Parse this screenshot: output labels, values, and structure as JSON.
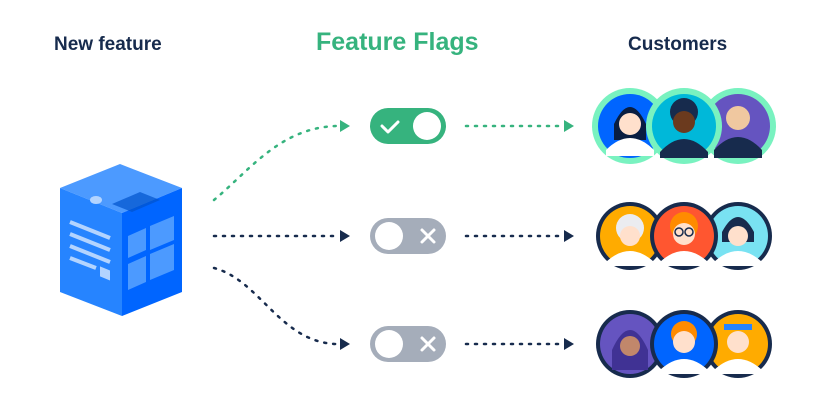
{
  "headings": {
    "new_feature": "New feature",
    "feature_flags": "Feature Flags",
    "customers": "Customers"
  },
  "colors": {
    "navy": "#172b4d",
    "green": "#36b37e",
    "gray_toggle": "#a5adba",
    "cube_blue": "#2684ff"
  },
  "flags": [
    {
      "state": "on",
      "icon": "check-icon"
    },
    {
      "state": "off",
      "icon": "close-icon"
    },
    {
      "state": "off",
      "icon": "close-icon"
    }
  ],
  "customer_groups": [
    {
      "enabled": true,
      "icon": "customer-group-icon"
    },
    {
      "enabled": false,
      "icon": "customer-group-icon"
    },
    {
      "enabled": false,
      "icon": "customer-group-icon"
    }
  ],
  "feature_icon": "feature-cube-icon"
}
